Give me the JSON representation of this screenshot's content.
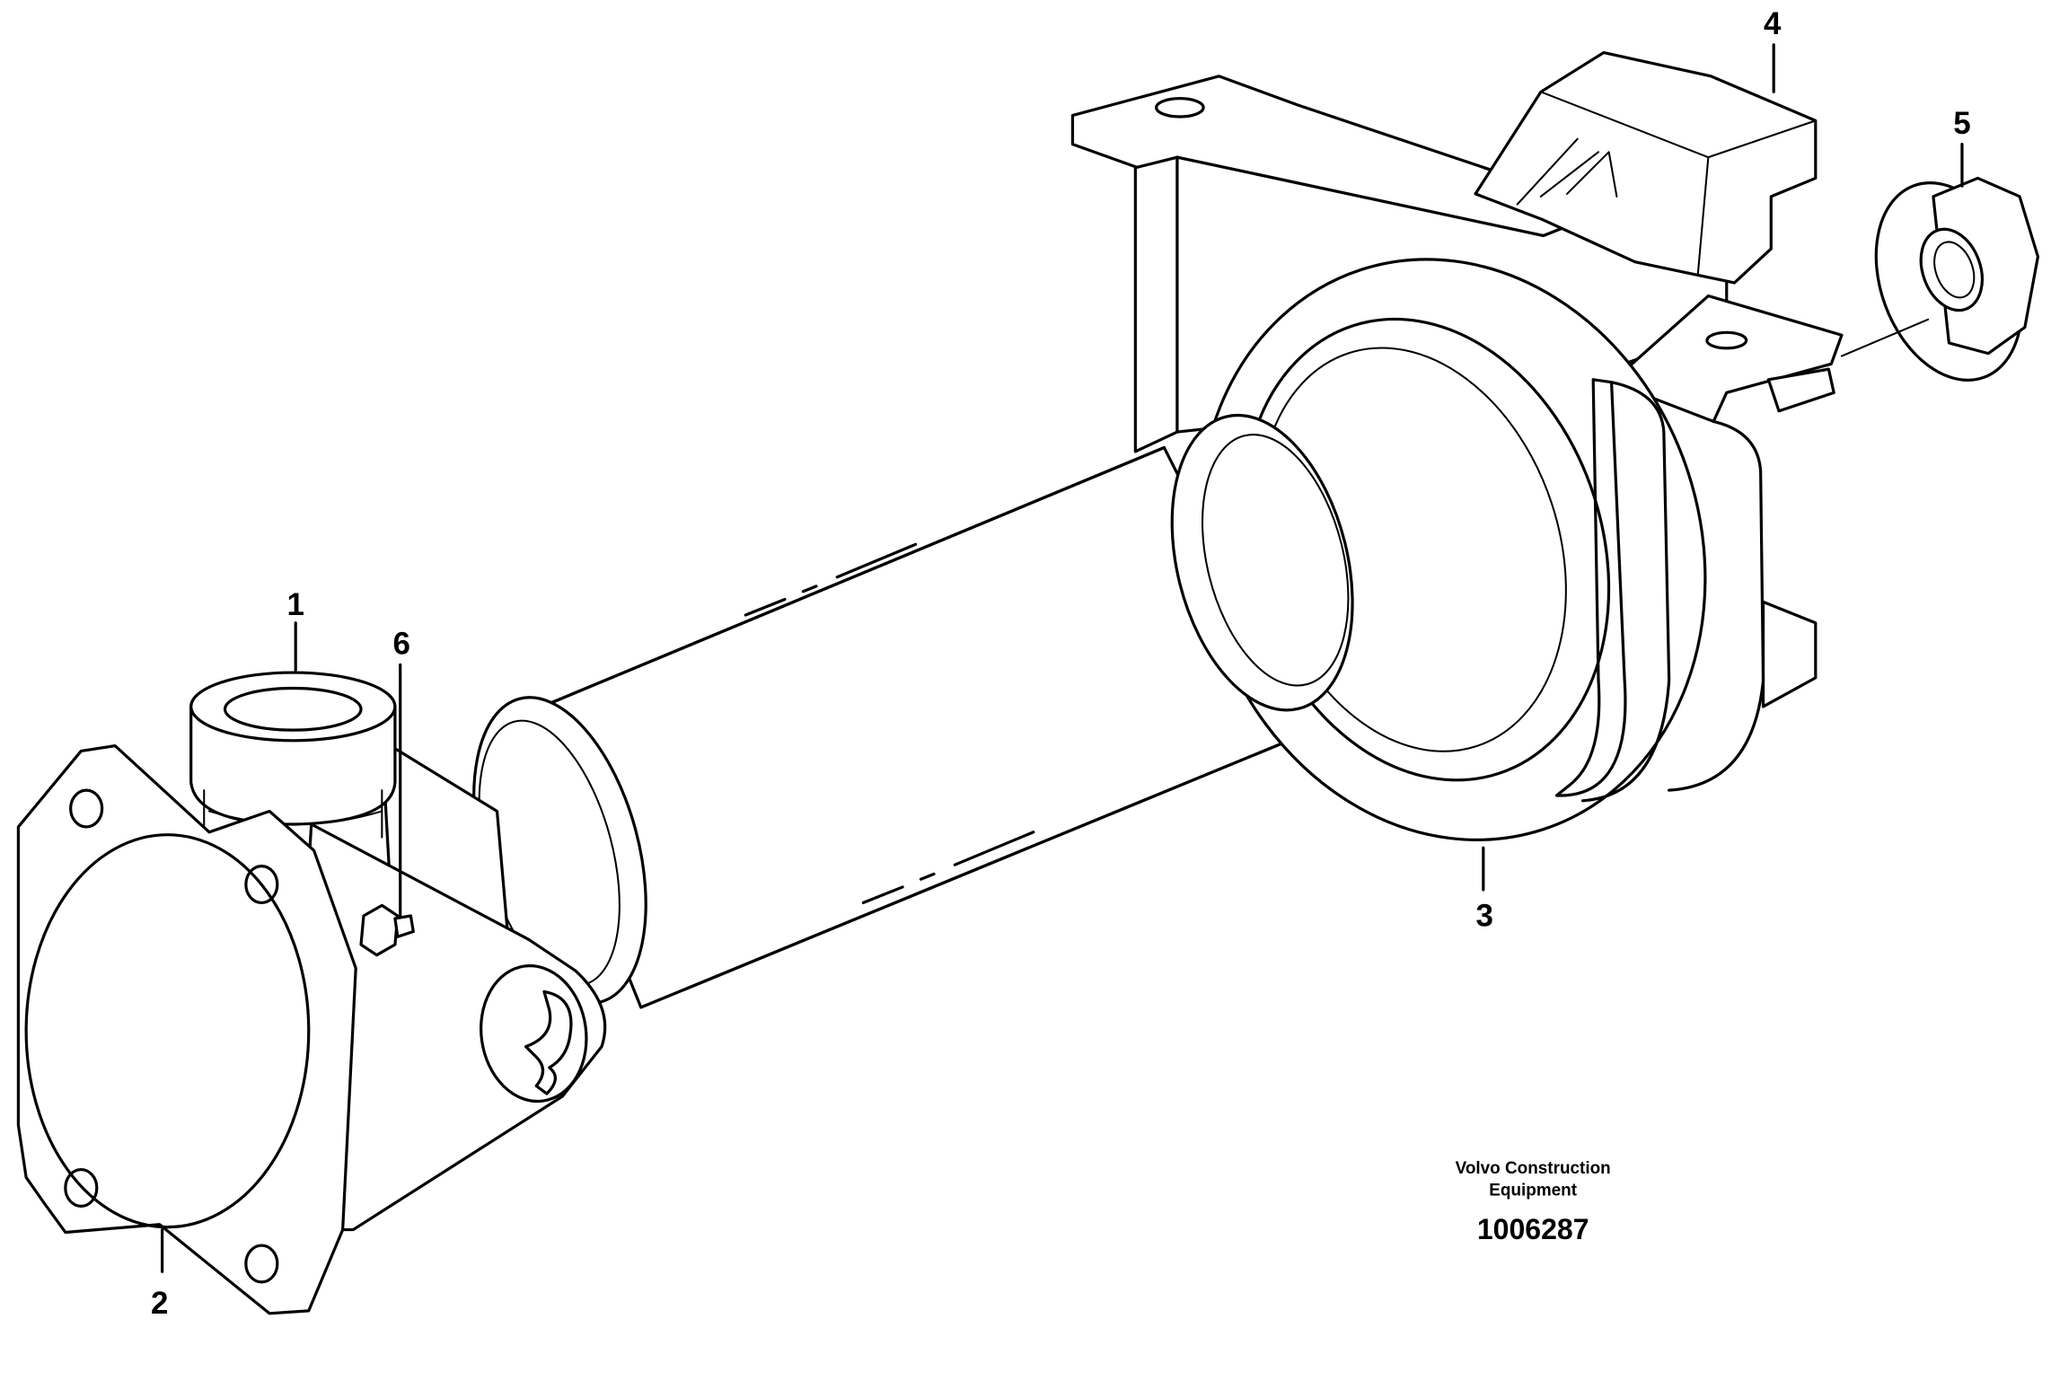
{
  "callouts": [
    {
      "id": "callout-1",
      "label": "1"
    },
    {
      "id": "callout-2",
      "label": "2"
    },
    {
      "id": "callout-3",
      "label": "3"
    },
    {
      "id": "callout-4",
      "label": "4"
    },
    {
      "id": "callout-5",
      "label": "5"
    },
    {
      "id": "callout-6",
      "label": "6"
    }
  ],
  "publisher": {
    "line1": "Volvo Construction",
    "line2": "Equipment"
  },
  "drawing_number": "1006287"
}
